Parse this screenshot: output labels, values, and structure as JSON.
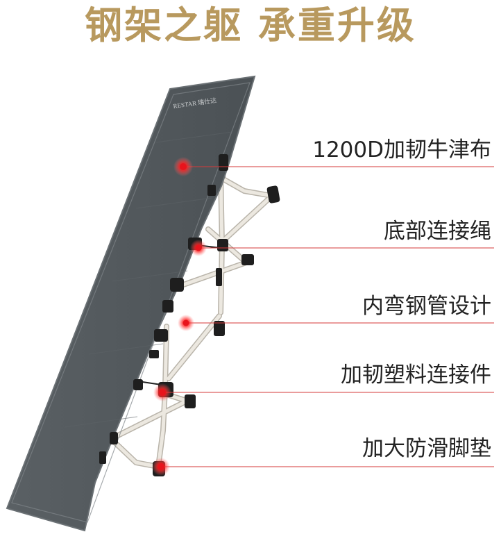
{
  "headline": "钢架之躯 承重升级",
  "brand_logo": "RESTAR 瑞仕达",
  "callouts": [
    {
      "label": "1200D加韧牛津布"
    },
    {
      "label": "底部连接绳"
    },
    {
      "label": "内弯钢管设计"
    },
    {
      "label": "加韧塑料连接件"
    },
    {
      "label": "加大防滑脚垫"
    }
  ],
  "colors": {
    "headline": "#b8995e",
    "fabric": "#50565a",
    "frame": "#e6e2da",
    "joint": "#1e1e1e",
    "callout_line": "#d63a3a",
    "marker": "#e8141c"
  }
}
